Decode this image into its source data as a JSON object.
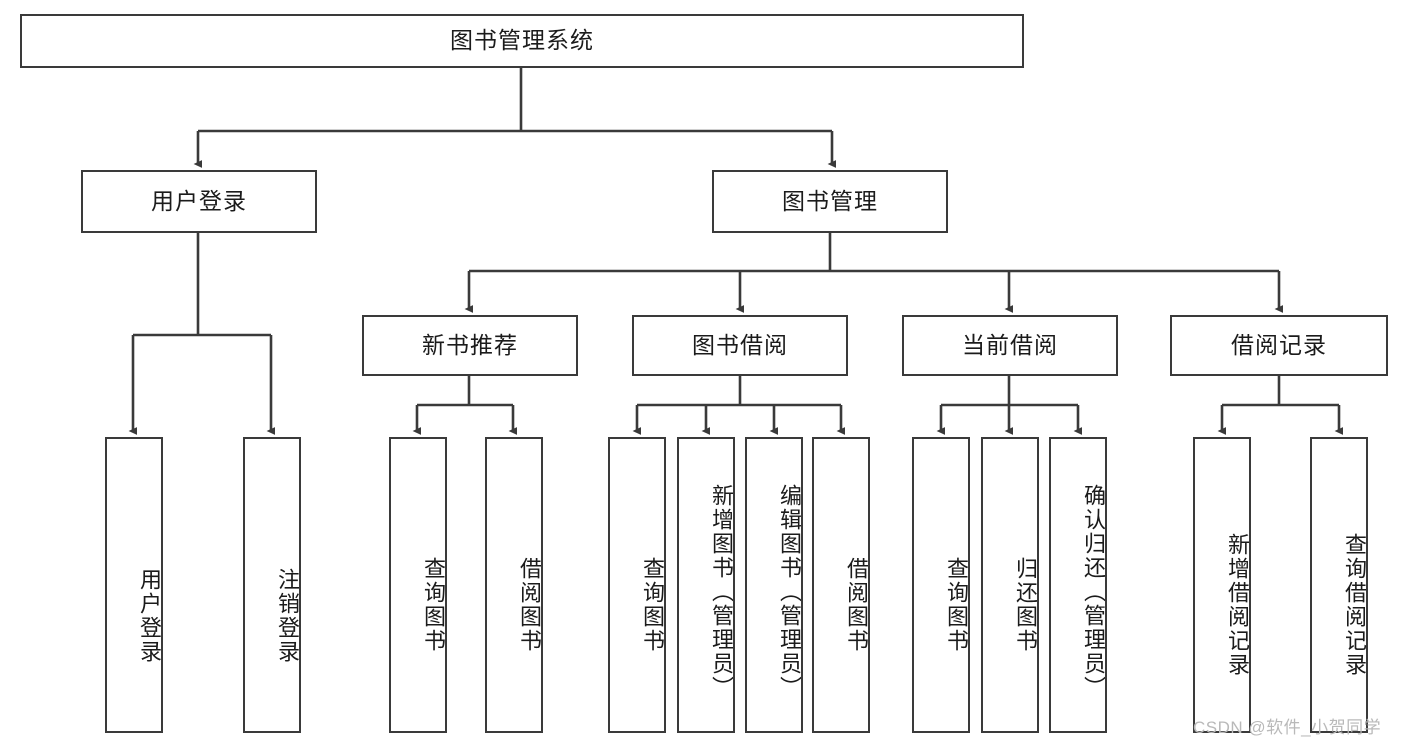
{
  "diagram": {
    "type": "tree-hierarchy",
    "title": "图书管理系统",
    "watermark": "CSDN @软件_小贺同学",
    "colors": {
      "stroke": "#3a3a3a",
      "fill": "#ffffff",
      "text": "#1b1b1b",
      "watermark": "#b9b9b9"
    },
    "levels": {
      "root": {
        "label": "图书管理系统"
      },
      "level2": [
        {
          "id": "user-login",
          "label": "用户登录"
        },
        {
          "id": "book-management",
          "label": "图书管理"
        }
      ],
      "level3": [
        {
          "id": "new-book-recommend",
          "label": "新书推荐",
          "parent": "book-management"
        },
        {
          "id": "book-borrow",
          "label": "图书借阅",
          "parent": "book-management"
        },
        {
          "id": "current-borrow",
          "label": "当前借阅",
          "parent": "book-management"
        },
        {
          "id": "borrow-record",
          "label": "借阅记录",
          "parent": "book-management"
        }
      ],
      "leaves": [
        {
          "id": "leaf-user-login",
          "label": "用户登录",
          "parent": "user-login"
        },
        {
          "id": "leaf-logout-login",
          "label": "注销登录",
          "parent": "user-login"
        },
        {
          "id": "leaf-query-book-1",
          "label": "查询图书",
          "parent": "new-book-recommend"
        },
        {
          "id": "leaf-borrow-book-1",
          "label": "借阅图书",
          "parent": "new-book-recommend"
        },
        {
          "id": "leaf-query-book-2",
          "label": "查询图书",
          "parent": "book-borrow"
        },
        {
          "id": "leaf-add-book",
          "label": "新增图书（管理员）",
          "parent": "book-borrow"
        },
        {
          "id": "leaf-edit-book",
          "label": "编辑图书（管理员）",
          "parent": "book-borrow"
        },
        {
          "id": "leaf-borrow-book-2",
          "label": "借阅图书",
          "parent": "book-borrow"
        },
        {
          "id": "leaf-query-book-3",
          "label": "查询图书",
          "parent": "current-borrow"
        },
        {
          "id": "leaf-return-book",
          "label": "归还图书",
          "parent": "current-borrow"
        },
        {
          "id": "leaf-confirm-return",
          "label": "确认归还（管理员）",
          "parent": "current-borrow"
        },
        {
          "id": "leaf-add-record",
          "label": "新增借阅记录",
          "parent": "borrow-record"
        },
        {
          "id": "leaf-query-record",
          "label": "查询借阅记录",
          "parent": "borrow-record"
        }
      ]
    }
  }
}
